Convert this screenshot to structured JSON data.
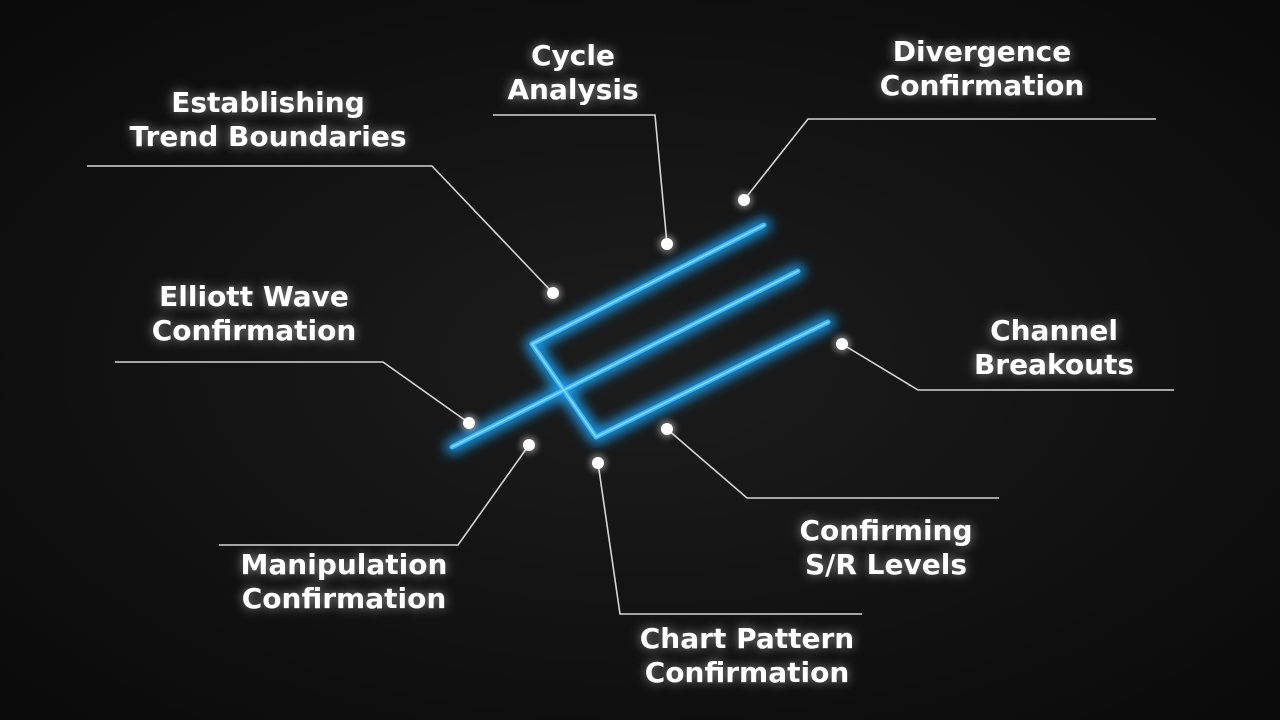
{
  "colors": {
    "background": "#111111",
    "channel": "#1ba8ff",
    "channel_core": "#7fd6ff",
    "connector": "#e6e6e6",
    "label_text": "#ffffff"
  },
  "center_icon": "parallel-channel-icon",
  "labels": {
    "cycle_analysis": [
      "Cycle",
      "Analysis"
    ],
    "divergence_confirmation": [
      "Divergence",
      "Confirmation"
    ],
    "establishing_trend_boundaries": [
      "Establishing",
      "Trend Boundaries"
    ],
    "elliott_wave_confirmation": [
      "Elliott Wave",
      "Confirmation"
    ],
    "channel_breakouts": [
      "Channel",
      "Breakouts"
    ],
    "manipulation_confirmation": [
      "Manipulation",
      "Confirmation"
    ],
    "confirming_sr_levels": [
      "Confirming",
      "S/R Levels"
    ],
    "chart_pattern_confirmation": [
      "Chart Pattern",
      "Confirmation"
    ]
  }
}
